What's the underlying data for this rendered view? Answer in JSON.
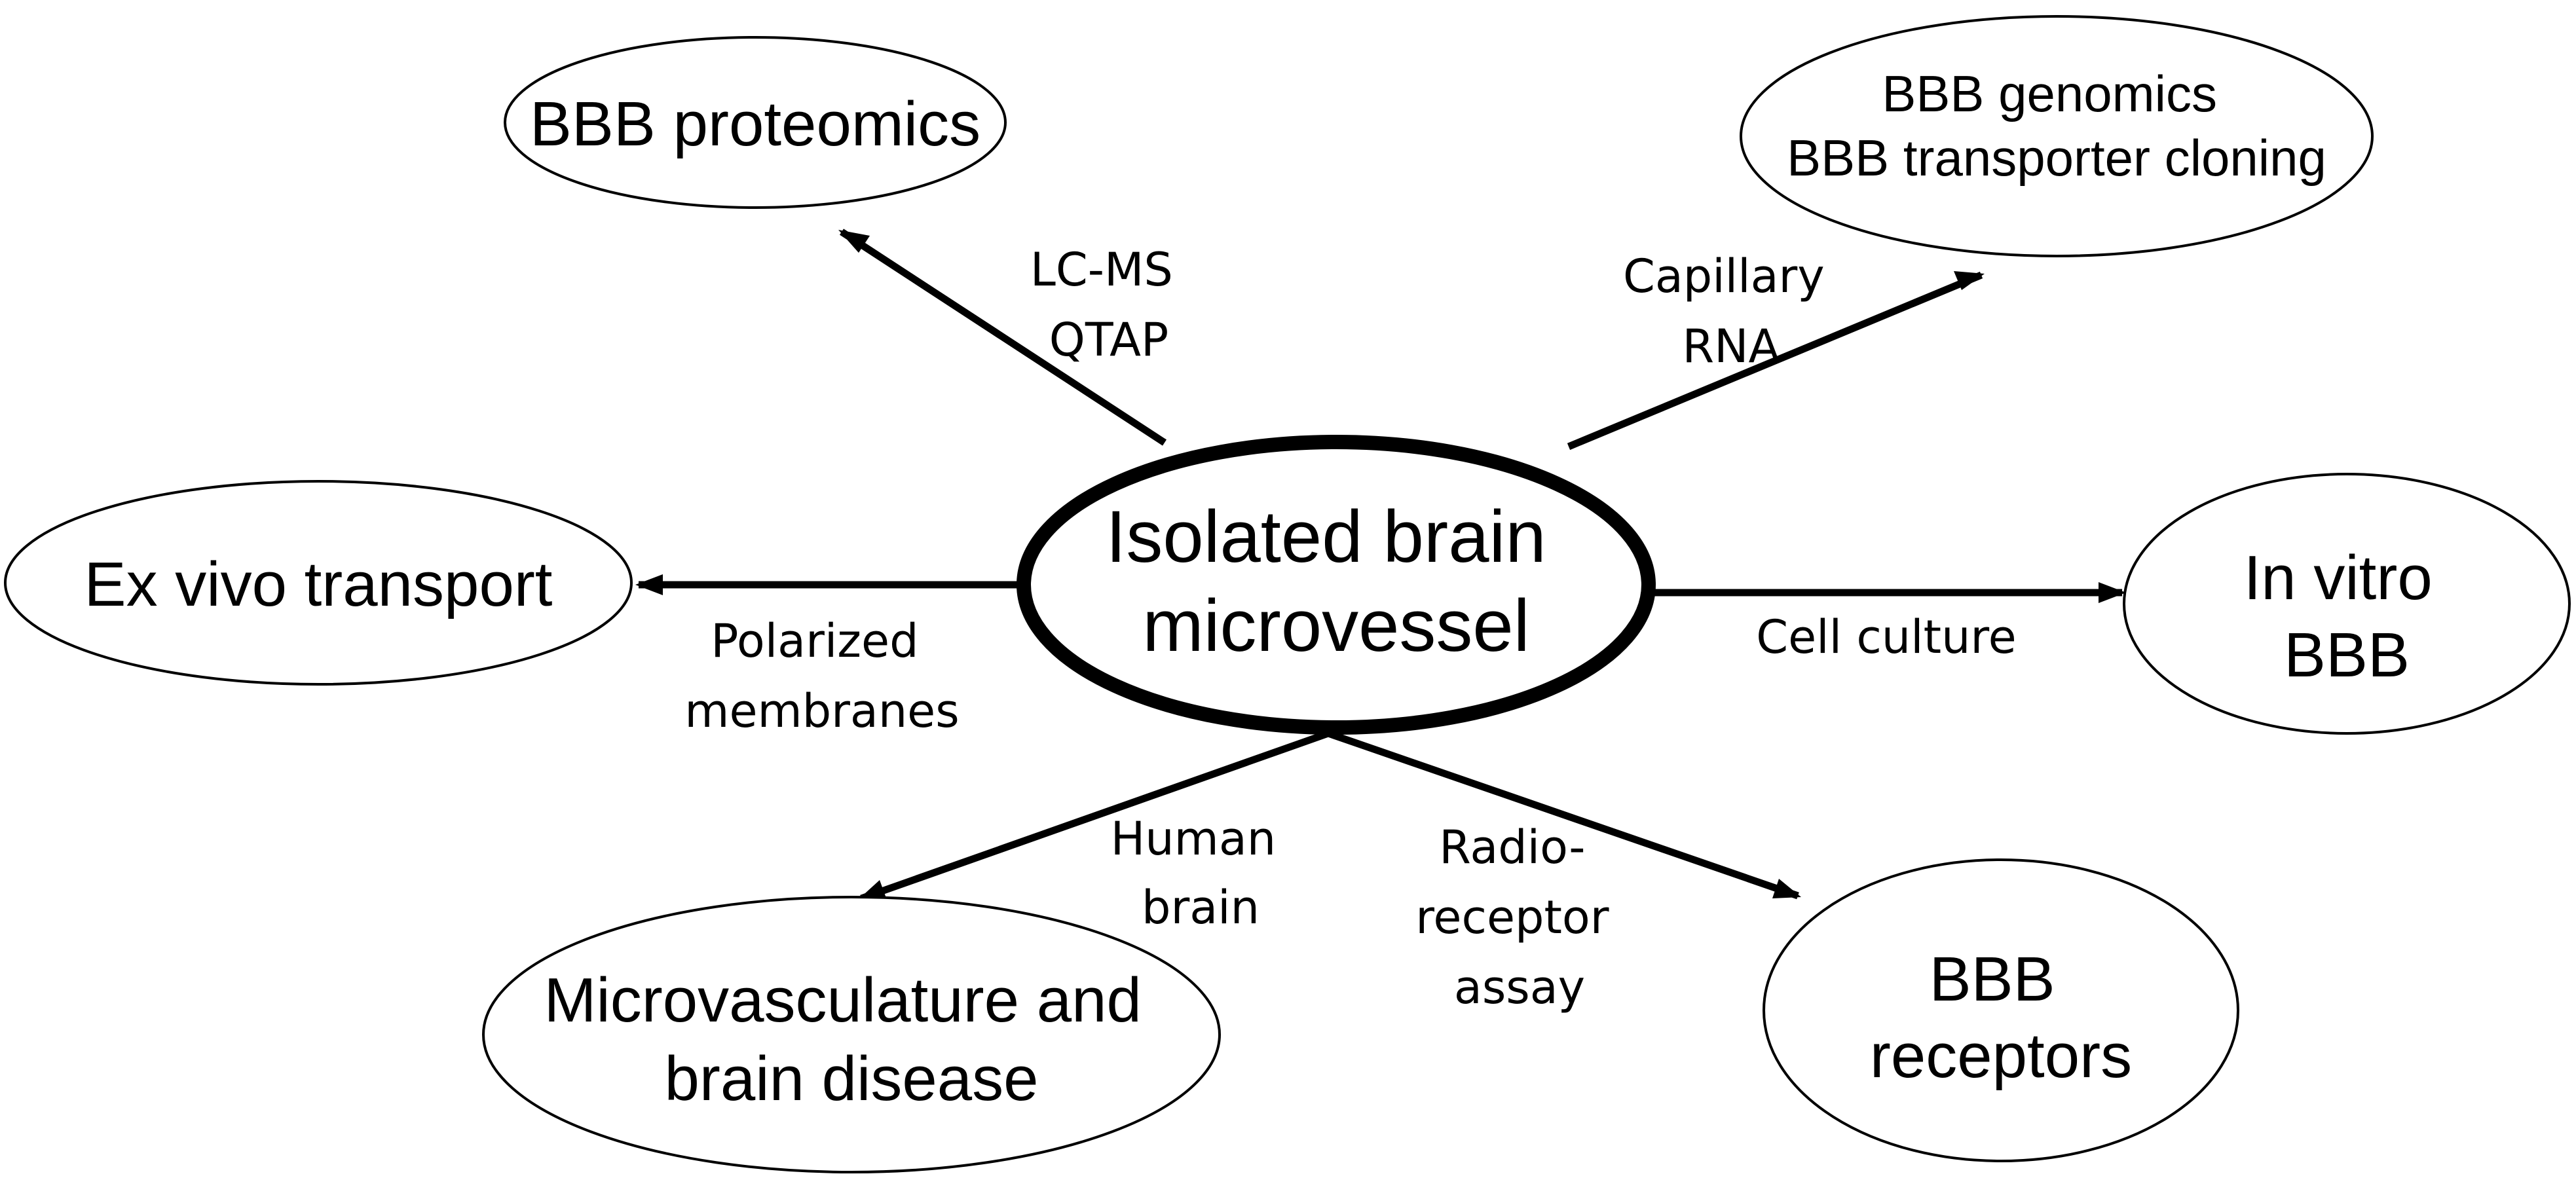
{
  "center": {
    "lines": [
      "Isolated brain",
      "microvessel"
    ]
  },
  "nodes": {
    "proteomics": {
      "lines": [
        "BBB proteomics"
      ]
    },
    "genomics": {
      "lines": [
        "BBB genomics",
        "BBB transporter cloning"
      ]
    },
    "ex_vivo": {
      "lines": [
        "Ex vivo transport"
      ]
    },
    "in_vitro": {
      "lines": [
        "In vitro",
        "BBB"
      ]
    },
    "disease": {
      "lines": [
        "Microvasculature and",
        "brain disease"
      ]
    },
    "receptors": {
      "lines": [
        "BBB",
        "receptors"
      ]
    }
  },
  "edge_labels": {
    "proteomics": [
      "LC-MS",
      "QTAP"
    ],
    "genomics": [
      "Capillary",
      "RNA"
    ],
    "ex_vivo": [
      "Polarized",
      "membranes"
    ],
    "in_vitro": [
      "Cell culture"
    ],
    "disease": [
      "Human",
      "brain"
    ],
    "receptors": [
      "Radio-",
      "receptor",
      "assay"
    ]
  }
}
